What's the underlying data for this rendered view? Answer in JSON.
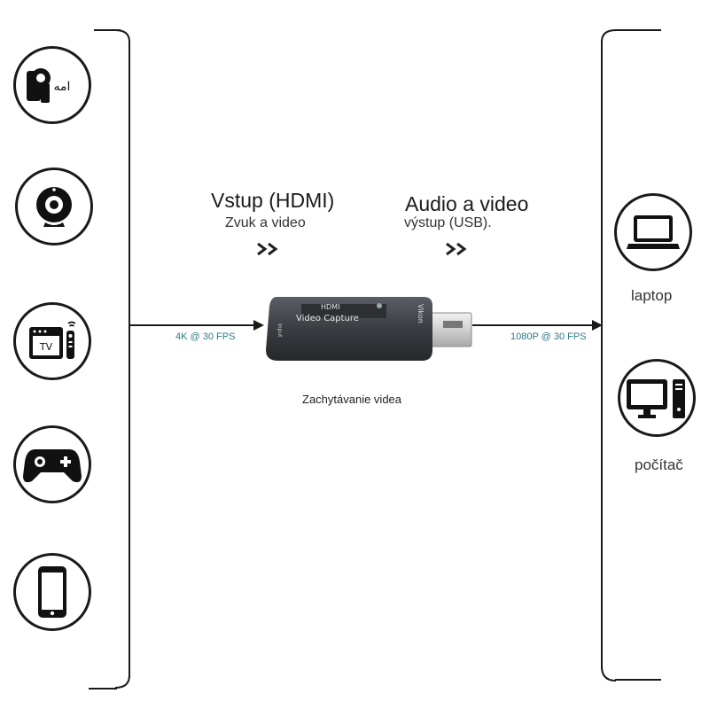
{
  "inputs": {
    "camera_text": "امه"
  },
  "input_section": {
    "title": "Vstup (HDMI)",
    "subtitle": "Zvuk a video"
  },
  "output_section": {
    "title": "Audio a video",
    "subtitle": "výstup (USB)."
  },
  "device": {
    "label_hdmi": "HDMI",
    "label_name": "Video Capture",
    "label_brand": "Vikon",
    "label_input": "Input",
    "caption": "Zachytávanie videa"
  },
  "connections": {
    "input_rate": "4K @ 30 FPS",
    "output_rate": "1080P @ 30 FPS"
  },
  "outputs": {
    "laptop_label": "laptop",
    "computer_label": "počítač"
  },
  "colors": {
    "line": "#1a1a1a",
    "rate_text": "#2f7a8a",
    "device_body": "#3a3d42"
  }
}
